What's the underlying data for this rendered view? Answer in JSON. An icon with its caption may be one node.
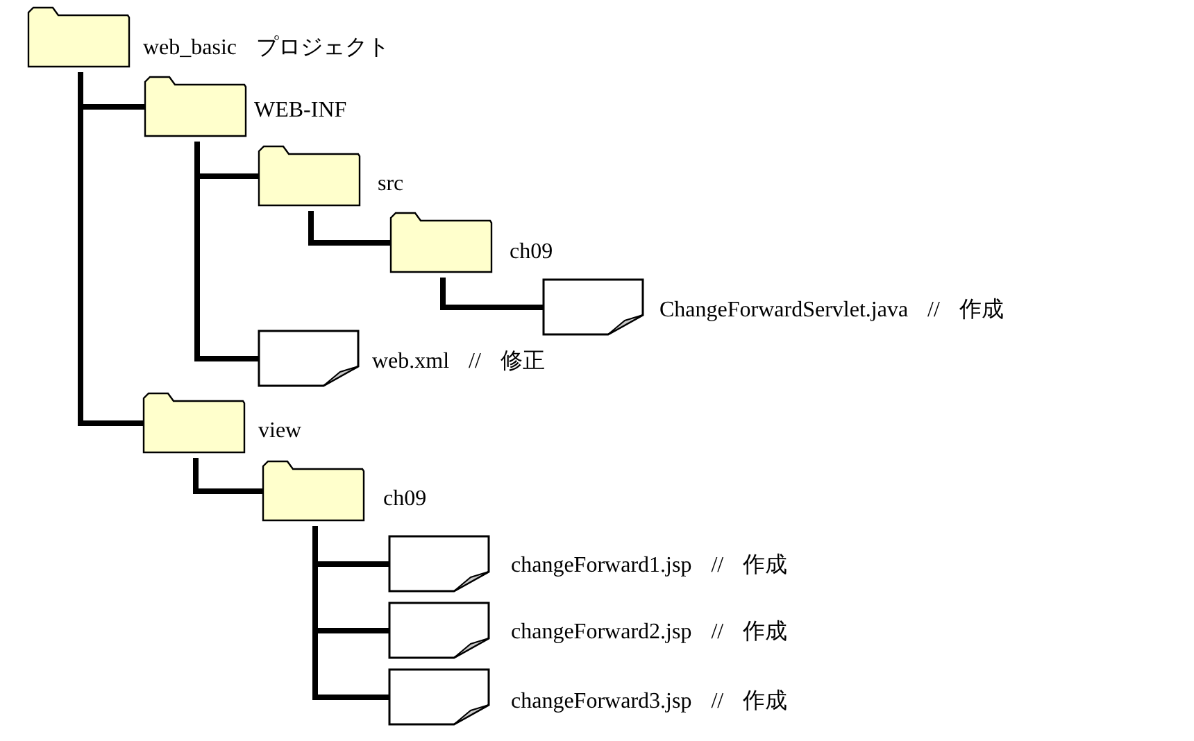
{
  "diagram": {
    "nodes": [
      {
        "text": [],
        "shape": "folder",
        "beside": [
          "web_basic プロジェクト"
        ]
      },
      {
        "text": [],
        "shape": "folder",
        "beside": [
          "WEB-INF"
        ]
      },
      {
        "text": [],
        "shape": "folder",
        "beside": [
          "src"
        ]
      },
      {
        "text": [],
        "shape": "folder",
        "beside": [
          "ch09"
        ]
      },
      {
        "text": [],
        "shape": "document",
        "beside": [
          "ChangeForwardServlet.java // 作成"
        ]
      },
      {
        "text": [],
        "shape": "document",
        "beside": [
          "web.xml // 修正"
        ]
      },
      {
        "text": [],
        "shape": "folder",
        "beside": [
          "view"
        ]
      },
      {
        "text": [],
        "shape": "folder",
        "beside": [
          "ch09"
        ]
      },
      {
        "text": [],
        "shape": "document",
        "beside": [
          "changeForward1.jsp // 作成"
        ]
      },
      {
        "text": [],
        "shape": "document",
        "beside": [
          "changeForward2.jsp // 作成"
        ]
      },
      {
        "text": [],
        "shape": "document",
        "beside": [
          "changeForward3.jsp // 作成"
        ]
      }
    ],
    "edges": [
      {
        "from": 0,
        "to": 1,
        "arrow": "none"
      },
      {
        "from": 0,
        "to": 6,
        "arrow": "none"
      },
      {
        "from": 1,
        "to": 2,
        "arrow": "none"
      },
      {
        "from": 1,
        "to": 5,
        "arrow": "none"
      },
      {
        "from": 2,
        "to": 3,
        "arrow": "none"
      },
      {
        "from": 3,
        "to": 4,
        "arrow": "none"
      },
      {
        "from": 6,
        "to": 7,
        "arrow": "none"
      },
      {
        "from": 7,
        "to": 8,
        "arrow": "none"
      },
      {
        "from": 7,
        "to": 9,
        "arrow": "none"
      },
      {
        "from": 7,
        "to": 10,
        "arrow": "none"
      }
    ]
  }
}
